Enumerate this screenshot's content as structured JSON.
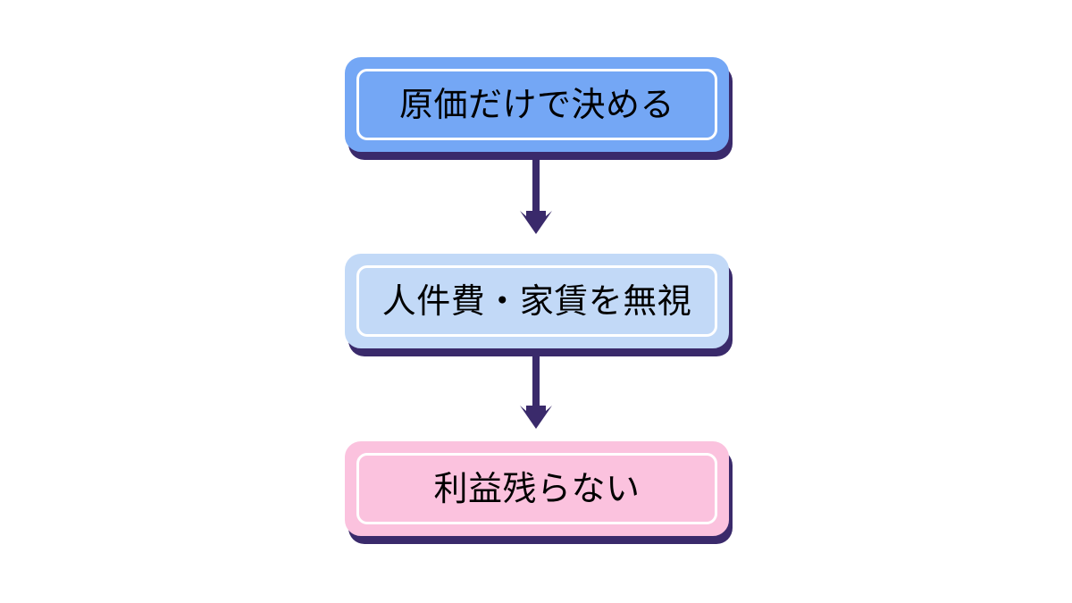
{
  "diagram": {
    "type": "flowchart",
    "orientation": "vertical",
    "background_color": "#ffffff",
    "shadow_color": "#3a2a6b",
    "arrow_color": "#3a2a6b",
    "inner_stroke_color": "#ffffff",
    "text_color": "#000000",
    "nodes": [
      {
        "id": "node-1",
        "label": "原価だけで決める",
        "fill_color": "#74a7f5",
        "border_color": "#74a7f5"
      },
      {
        "id": "node-2",
        "label": "人件費・家賃を無視",
        "fill_color": "#c2d9f7",
        "border_color": "#c2d9f7"
      },
      {
        "id": "node-3",
        "label": "利益残らない",
        "fill_color": "#fbc2de",
        "border_color": "#fbc2de"
      }
    ],
    "connectors": [
      {
        "id": "arrow-1",
        "from": "node-1",
        "to": "node-2",
        "direction": "down"
      },
      {
        "id": "arrow-2",
        "from": "node-2",
        "to": "node-3",
        "direction": "down"
      }
    ]
  }
}
